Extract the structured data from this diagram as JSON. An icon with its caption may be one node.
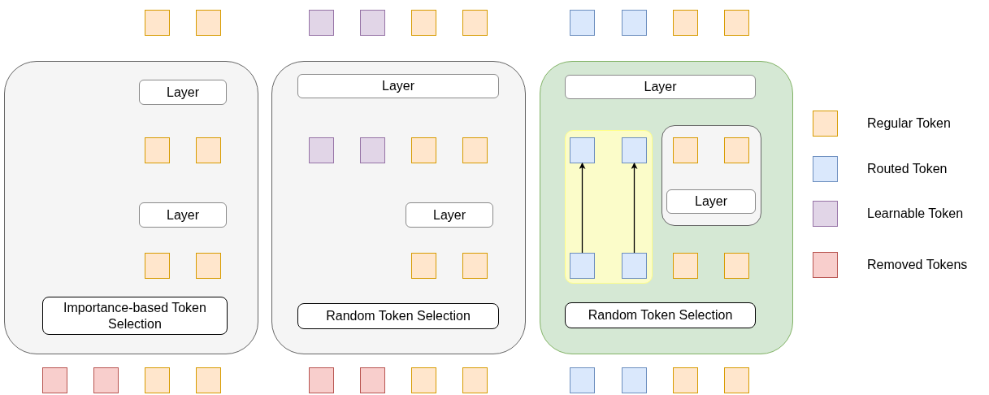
{
  "diagram": {
    "nodes": [
      {
        "text": [],
        "shape": "box"
      },
      {
        "text": [],
        "shape": "box"
      },
      {
        "text": [],
        "shape": "box"
      },
      {
        "text": [],
        "shape": "box"
      },
      {
        "text": [],
        "shape": "box"
      },
      {
        "text": [],
        "shape": "box"
      },
      {
        "text": [],
        "shape": "box"
      },
      {
        "text": [],
        "shape": "box"
      },
      {
        "text": [],
        "shape": "box"
      },
      {
        "text": [],
        "shape": "box"
      },
      {
        "text": [],
        "shape": "box"
      },
      {
        "text": [
          "Layer"
        ],
        "in": 10
      },
      {
        "text": [],
        "shape": "box",
        "in": 10
      },
      {
        "text": [],
        "shape": "box",
        "in": 10
      },
      {
        "text": [
          "Layer"
        ],
        "in": 10
      },
      {
        "text": [],
        "shape": "box",
        "in": 10
      },
      {
        "text": [],
        "shape": "box",
        "in": 10
      },
      {
        "text": [
          "Importance-based Token Selection"
        ],
        "in": 10
      },
      {
        "text": [],
        "shape": "box"
      },
      {
        "text": [
          "Layer"
        ],
        "in": 18
      },
      {
        "text": [],
        "shape": "box",
        "in": 18
      },
      {
        "text": [],
        "shape": "box",
        "in": 18
      },
      {
        "text": [],
        "shape": "box",
        "in": 18
      },
      {
        "text": [],
        "shape": "box",
        "in": 18
      },
      {
        "text": [
          "Layer"
        ],
        "in": 18
      },
      {
        "text": [],
        "shape": "box",
        "in": 18
      },
      {
        "text": [],
        "shape": "box",
        "in": 18
      },
      {
        "text": [
          "Random Token Selection"
        ],
        "in": 18
      },
      {
        "text": [],
        "shape": "box"
      },
      {
        "text": [
          "Layer"
        ],
        "in": 28
      },
      {
        "text": [],
        "shape": "box",
        "in": 28
      },
      {
        "text": [],
        "shape": "box",
        "in": 30
      },
      {
        "text": [],
        "shape": "box",
        "in": 30
      },
      {
        "text": [],
        "shape": "box",
        "in": 28
      },
      {
        "text": [],
        "shape": "box",
        "in": 33
      },
      {
        "text": [],
        "shape": "box",
        "in": 33
      },
      {
        "text": [
          "Layer"
        ],
        "in": 33
      },
      {
        "text": [],
        "shape": "box",
        "in": 30
      },
      {
        "text": [],
        "shape": "box",
        "in": 30
      },
      {
        "text": [],
        "shape": "box",
        "in": 28
      },
      {
        "text": [],
        "shape": "box",
        "in": 28
      },
      {
        "text": [
          "Random Token Selection"
        ],
        "in": 28
      },
      {
        "text": [],
        "shape": "box"
      },
      {
        "text": [],
        "shape": "box"
      },
      {
        "text": [],
        "shape": "box"
      },
      {
        "text": [],
        "shape": "box"
      },
      {
        "text": [],
        "shape": "box"
      },
      {
        "text": [],
        "shape": "box"
      },
      {
        "text": [],
        "shape": "box"
      },
      {
        "text": [],
        "shape": "box"
      },
      {
        "text": [],
        "shape": "box"
      },
      {
        "text": [],
        "shape": "box"
      },
      {
        "text": [],
        "shape": "box"
      },
      {
        "text": [],
        "shape": "box"
      }
    ],
    "edges": [
      {
        "from": 37,
        "to": 31,
        "arrow": "to"
      },
      {
        "from": 38,
        "to": 32,
        "arrow": "to"
      }
    ],
    "legend": [
      {
        "text": "Regular Token",
        "color": "#ffe6cc"
      },
      {
        "text": "Routed Token",
        "color": "#dae8fc"
      },
      {
        "text": "Learnable Token",
        "color": "#e1d5e7"
      },
      {
        "text": "Removed Tokens",
        "color": "#f8cecc"
      }
    ]
  }
}
